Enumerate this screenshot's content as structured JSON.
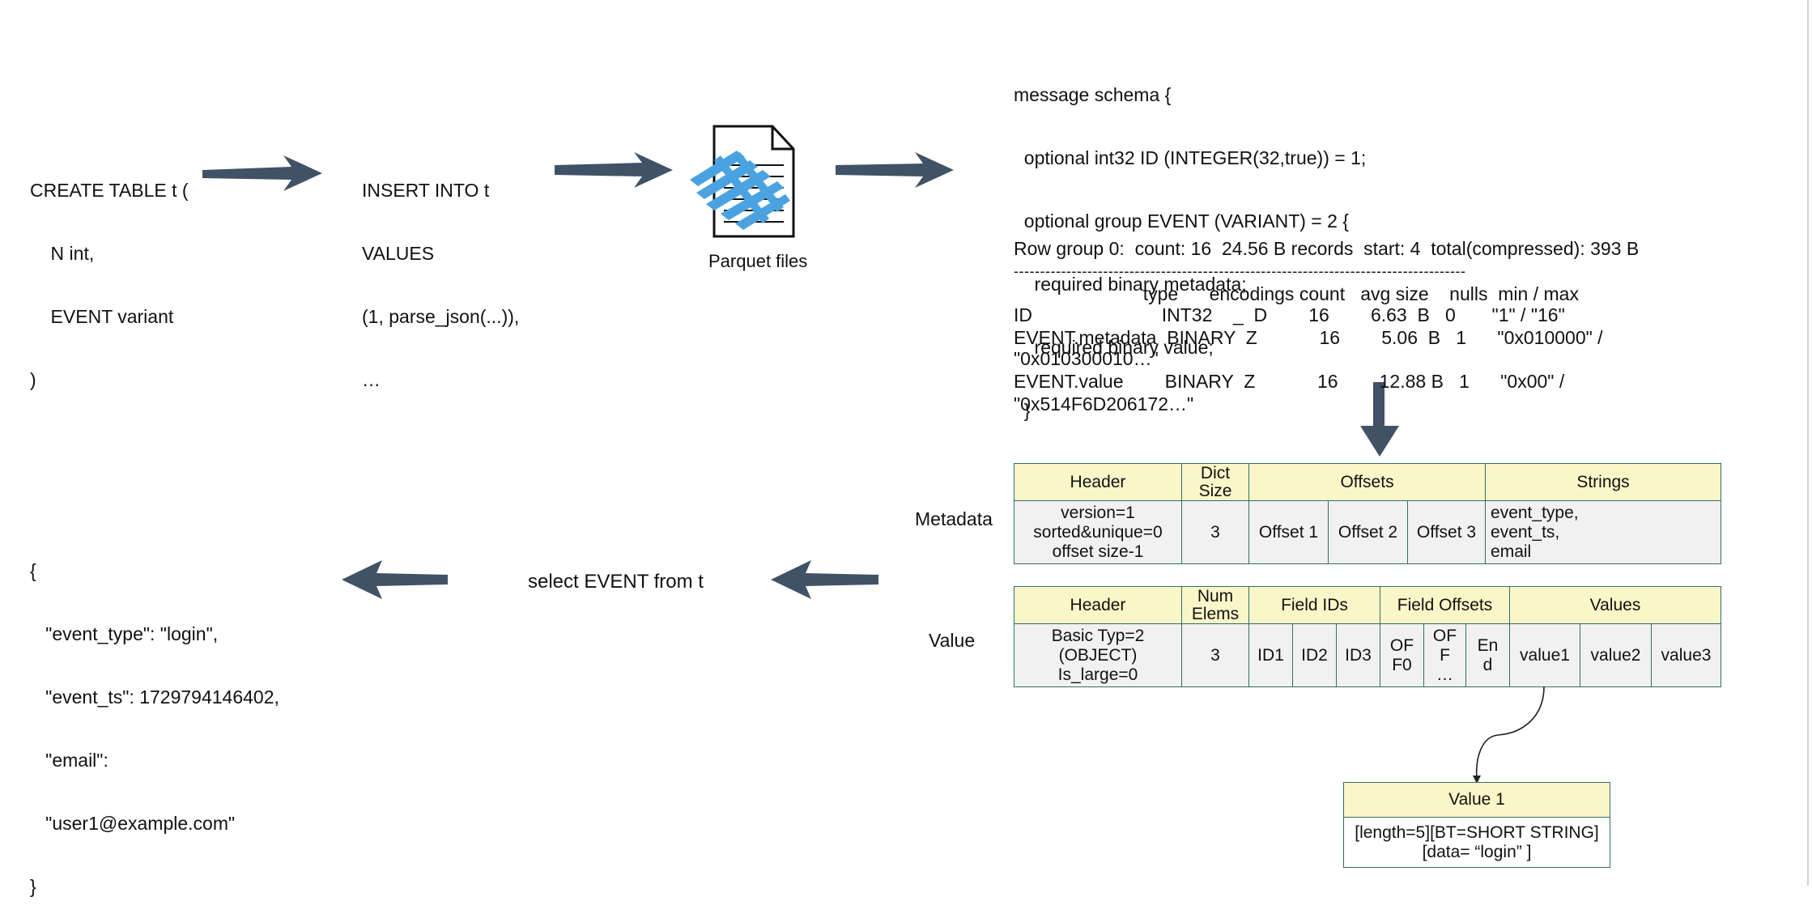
{
  "create_sql": [
    "CREATE TABLE t (",
    "    N int,",
    "    EVENT variant",
    ")"
  ],
  "insert_sql": [
    "INSERT INTO t",
    "VALUES",
    "(1, parse_json(...)),",
    "…"
  ],
  "parquet_label": "Parquet files",
  "schema": [
    "message schema {",
    "  optional int32 ID (INTEGER(32,true)) = 1;",
    "  optional group EVENT (VARIANT) = 2 {",
    "    required binary metadata;",
    "    required binary value;",
    "  }",
    "}"
  ],
  "row_group": {
    "summary": "Row group 0:  count: 16  24.56 B records  start: 4  total(compressed): 393 B",
    "divider": "--------------------------------------------------------------------------------------",
    "header": "                         type      encodings count   avg size    nulls  min / max",
    "rows": [
      "ID                         INT32    _  D        16        6.63  B   0       \"1\" / \"16\"",
      "EVENT.metadata  BINARY  Z            16        5.06  B   1      \"0x010000\" /",
      "\"0x010300010…\"",
      "EVENT.value        BINARY  Z            16        12.88 B   1      \"0x00\" /",
      "\"0x514F6D206172…\""
    ]
  },
  "metadata_table": {
    "row_label": "Metadata",
    "headers": [
      "Header",
      "Dict Size",
      "Offsets",
      "Strings"
    ],
    "header_detail": [
      "version=1",
      "sorted&unique=0",
      "offset size-1"
    ],
    "dict_size": "3",
    "offsets": [
      "Offset 1",
      "Offset 2",
      "Offset 3"
    ],
    "strings": [
      "event_type,",
      "event_ts,",
      "email"
    ]
  },
  "value_table": {
    "row_label": "Value",
    "headers": [
      "Header",
      "Num Elems",
      "Field IDs",
      "Field Offsets",
      "Values"
    ],
    "header_detail": [
      "Basic Typ=2",
      "(OBJECT)",
      "Is_large=0"
    ],
    "num_elems": "3",
    "field_ids": [
      "ID1",
      "ID2",
      "ID3"
    ],
    "field_offsets": [
      "OF F0",
      "OF F …",
      "En d"
    ],
    "values": [
      "value1",
      "value2",
      "value3"
    ]
  },
  "value1_box": {
    "title": "Value 1",
    "lines": [
      "[length=5][BT=SHORT STRING]",
      "[data=  “login”  ]"
    ]
  },
  "select_sql": "select EVENT from t",
  "json_result": [
    "{",
    "   \"event_type\": \"login\",",
    "   \"event_ts\": 1729794146402,",
    "   \"email\":",
    "   \"user1@example.com\"",
    "}"
  ],
  "colors": {
    "arrow": "#3f5266",
    "table_border": "#2f6f66",
    "header_fill": "#fbf6c8",
    "body_fill": "#f1f1f1",
    "parquet_blue": "#4aa3e0"
  }
}
